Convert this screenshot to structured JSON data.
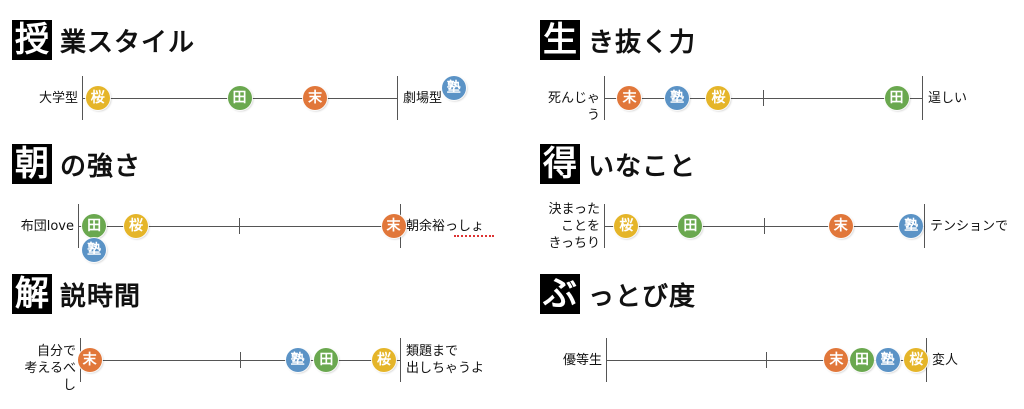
{
  "colors": {
    "sakura": "#e5b529",
    "ta": "#6aa84f",
    "matsu": "#e1773a",
    "juku": "#5b93c6"
  },
  "markers": {
    "sakura": "桜",
    "ta": "田",
    "matsu": "末",
    "juku": "塾"
  },
  "sections": [
    {
      "id": "jugyo",
      "kanji": "授",
      "rest": "業スタイル",
      "left": [
        "大学型"
      ],
      "right": [
        "劇場型"
      ],
      "positions": {
        "sakura": 0.05,
        "ta": 0.5,
        "matsu": 0.74,
        "juku": 1.18
      }
    },
    {
      "id": "ikiru",
      "kanji": "生",
      "rest": "き抜く力",
      "left": [
        "死んじゃう"
      ],
      "right": [
        "逞しい"
      ],
      "positions": {
        "matsu": 0.08,
        "juku": 0.23,
        "sakura": 0.36,
        "ta": 0.92
      }
    },
    {
      "id": "asa",
      "kanji": "朝",
      "rest": "の強さ",
      "left": [
        "布団love"
      ],
      "right": [
        "朝余裕っしょ"
      ],
      "positions": {
        "ta": 0.05,
        "sakura": 0.18,
        "matsu": 0.98,
        "juku": 0.05
      }
    },
    {
      "id": "toku",
      "kanji": "得",
      "rest": "いなこと",
      "left": [
        "決まった",
        "ことを",
        "きっちり"
      ],
      "right": [
        "テンションで"
      ],
      "positions": {
        "sakura": 0.07,
        "ta": 0.27,
        "matsu": 0.74,
        "juku": 0.96
      }
    },
    {
      "id": "kai",
      "kanji": "解",
      "rest": "説時間",
      "left": [
        "自分で",
        "考えるべし"
      ],
      "right": [
        "類題まで",
        "出しちゃうよ"
      ],
      "positions": {
        "matsu": 0.03,
        "juku": 0.68,
        "ta": 0.77,
        "sakura": 0.95
      }
    },
    {
      "id": "butto",
      "kanji": "ぶ",
      "rest": "っとび度",
      "left": [
        "優等生"
      ],
      "right": [
        "変人"
      ],
      "positions": {
        "matsu": 0.72,
        "ta": 0.8,
        "juku": 0.88,
        "sakura": 0.97
      }
    }
  ]
}
